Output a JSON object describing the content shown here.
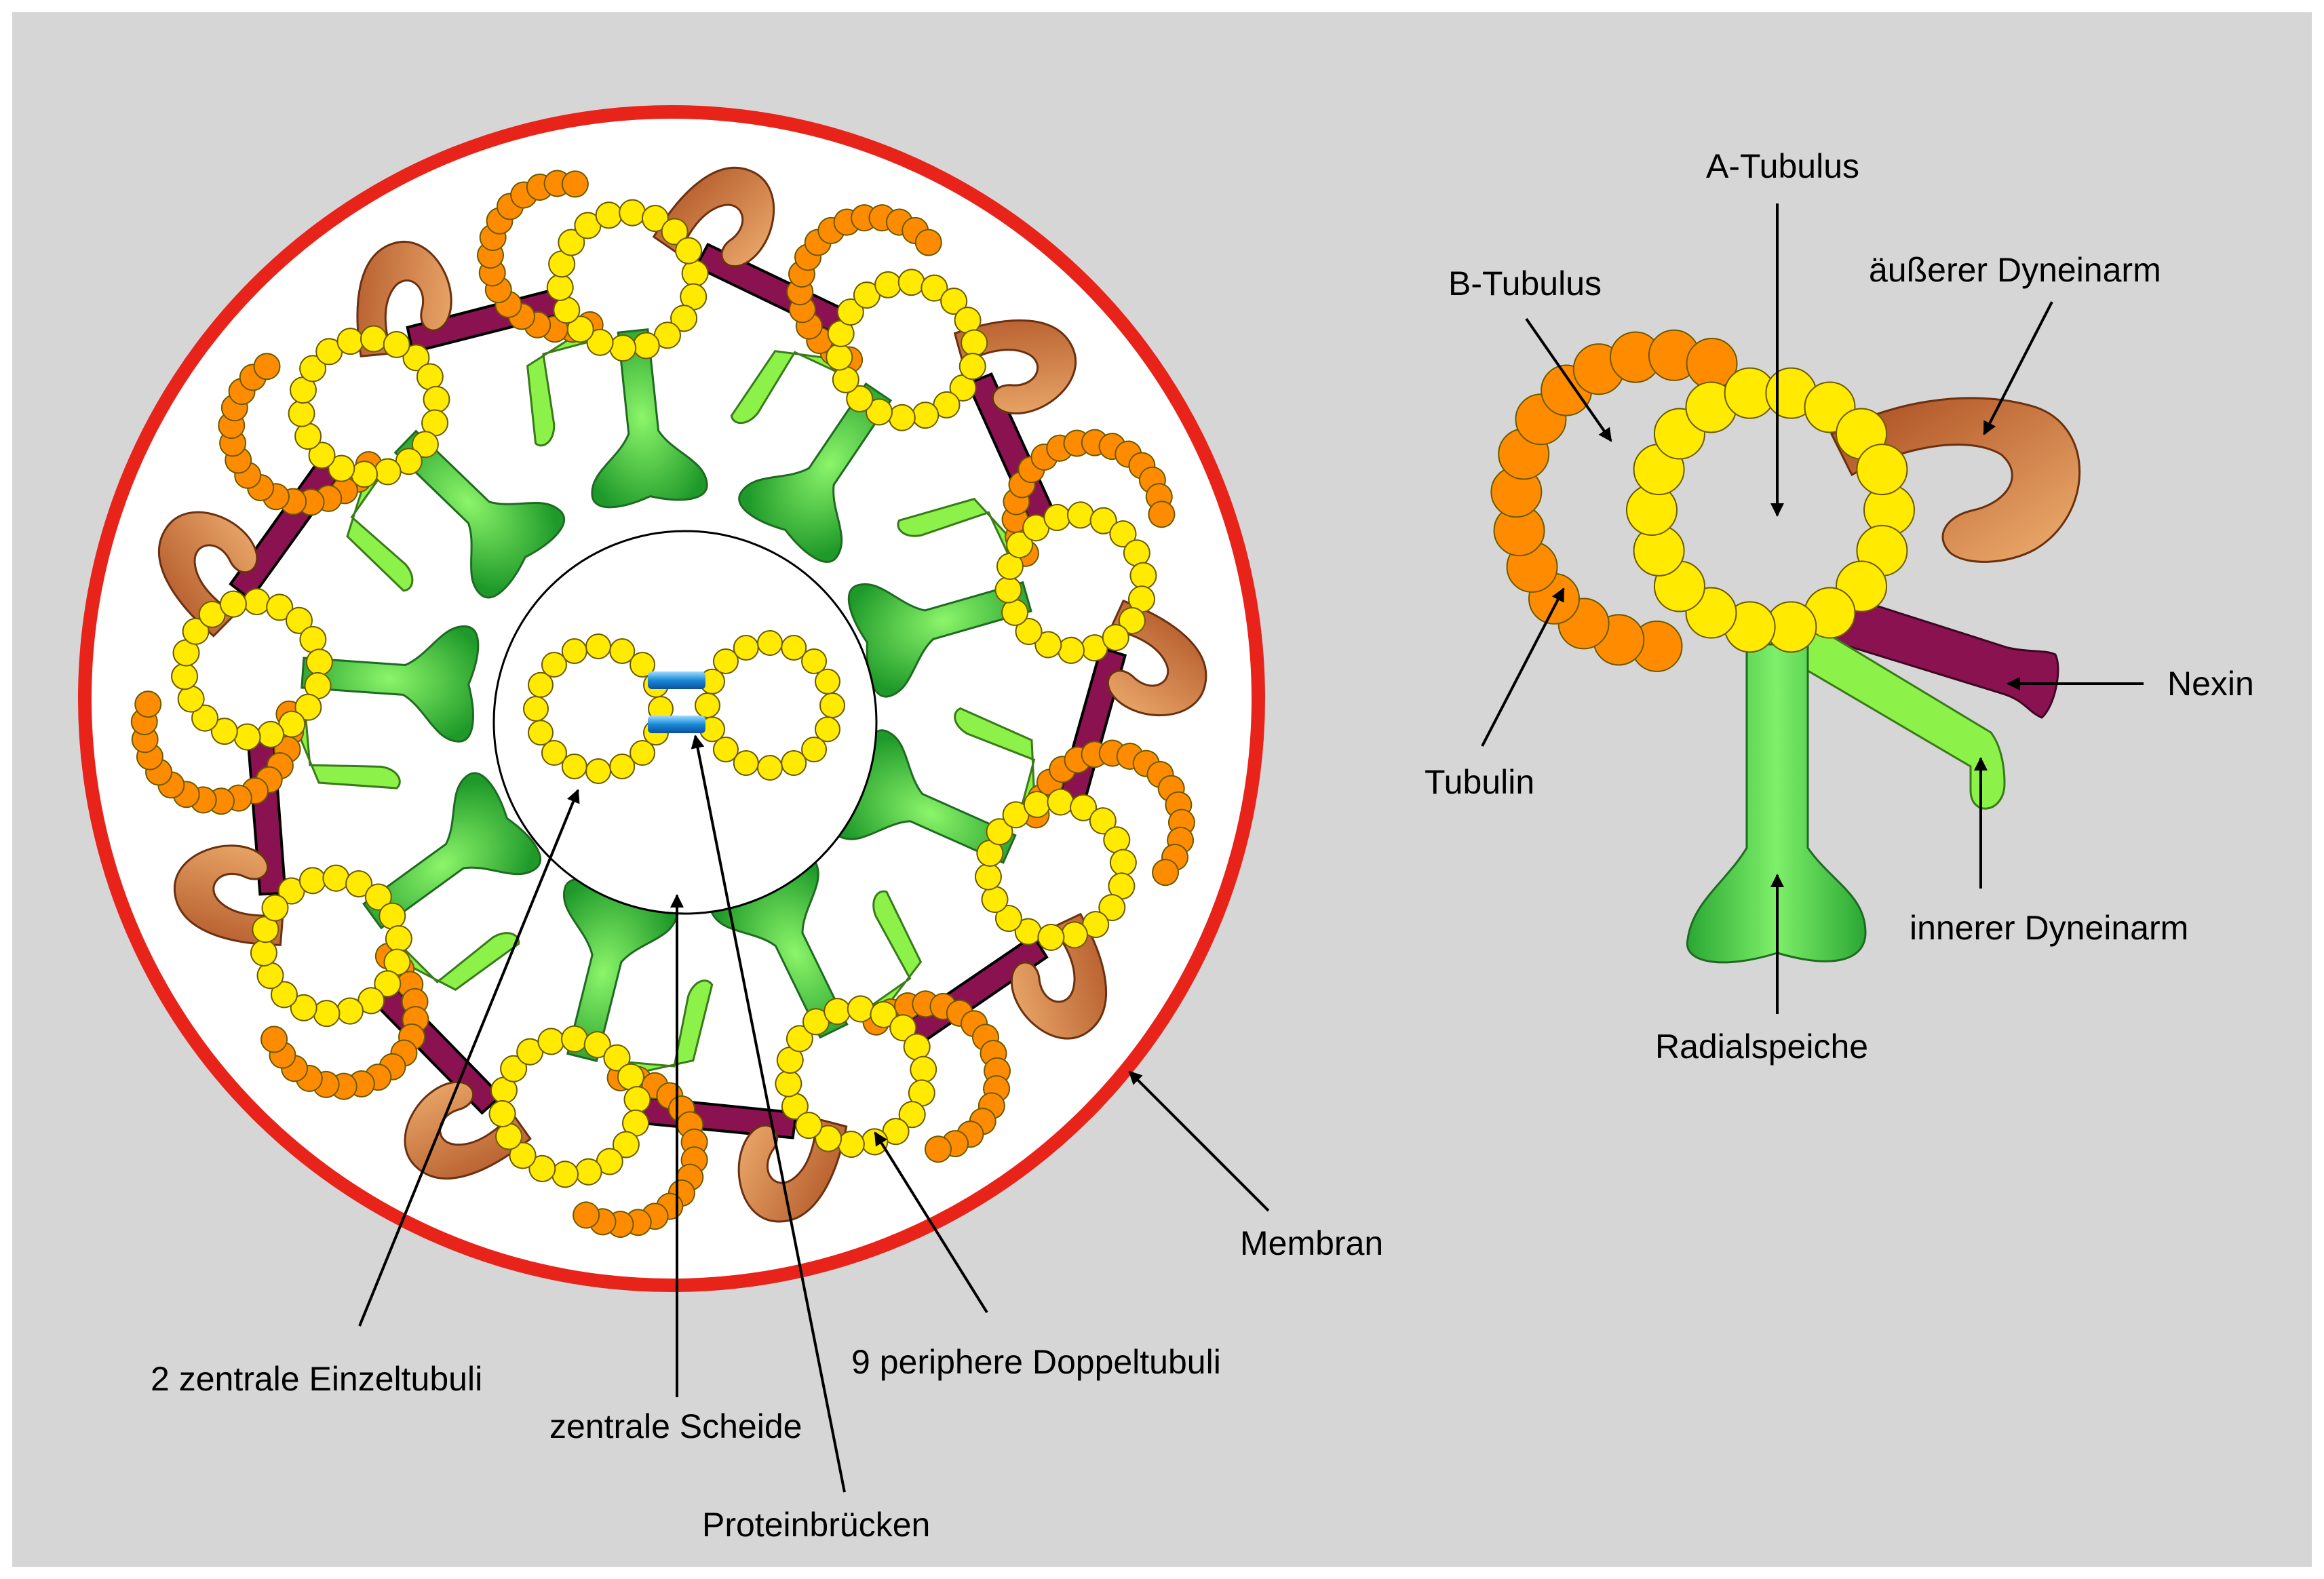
{
  "labels": {
    "central_singlets": "2 zentrale Einzeltubuli",
    "central_sheath": "zentrale Scheide",
    "protein_bridges": "Proteinbrücken",
    "peripheral_doublets": "9 periphere Doppeltubuli",
    "membrane": "Membran",
    "a_tubule": "A-Tubulus",
    "b_tubule": "B-Tubulus",
    "outer_dynein": "äußerer Dyneinarm",
    "tubulin": "Tubulin",
    "nexin": "Nexin",
    "inner_dynein": "innerer Dyneinarm",
    "radial_spoke": "Radialspeiche"
  },
  "structure": {
    "peripheral_doublet_count": 9,
    "central_singlet_count": 2
  },
  "colors": {
    "background": "#d6d6d6",
    "membrane": "#e8231a",
    "a_tubulin": "#ffea00",
    "b_tubulin": "#ff8c00",
    "radial_spoke": "#3dbb3d",
    "inner_dynein": "#8cf24a",
    "outer_dynein": "#c0642d",
    "nexin": "#8b1251",
    "protein_bridge": "#2a8fd6"
  }
}
